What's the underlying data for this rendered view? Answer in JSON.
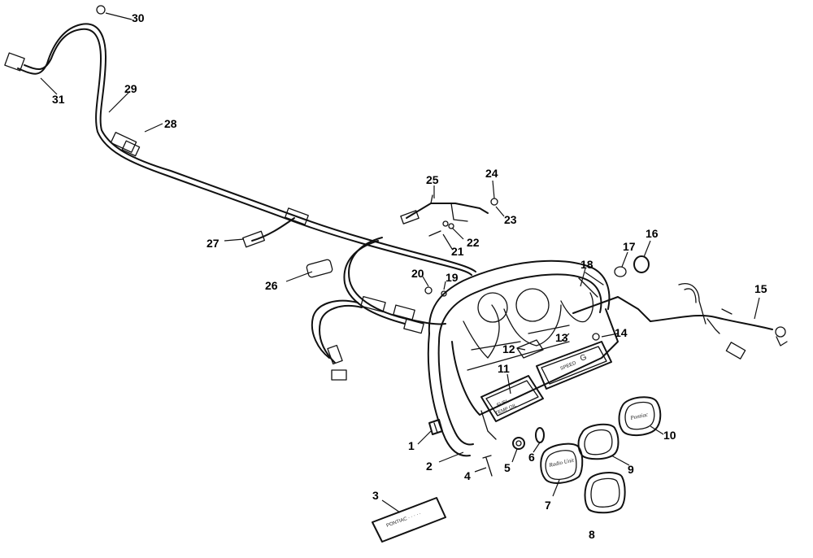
{
  "callouts": [
    {
      "label": "1"
    },
    {
      "label": "2"
    },
    {
      "label": "3"
    },
    {
      "label": "4"
    },
    {
      "label": "5"
    },
    {
      "label": "6"
    },
    {
      "label": "7"
    },
    {
      "label": "8"
    },
    {
      "label": "9"
    },
    {
      "label": "10"
    },
    {
      "label": "11"
    },
    {
      "label": "12"
    },
    {
      "label": "13"
    },
    {
      "label": "14"
    },
    {
      "label": "15"
    },
    {
      "label": "16"
    },
    {
      "label": "17"
    },
    {
      "label": "18"
    },
    {
      "label": "19"
    },
    {
      "label": "20"
    },
    {
      "label": "21"
    },
    {
      "label": "22"
    },
    {
      "label": "23"
    },
    {
      "label": "24"
    },
    {
      "label": "25"
    },
    {
      "label": "26"
    },
    {
      "label": "27"
    },
    {
      "label": "28"
    },
    {
      "label": "29"
    },
    {
      "label": "30"
    },
    {
      "label": "31"
    }
  ],
  "bezel_text": {
    "right_gauge": "G",
    "button_10": "Pontiac",
    "button_7": "Radio Unit"
  }
}
